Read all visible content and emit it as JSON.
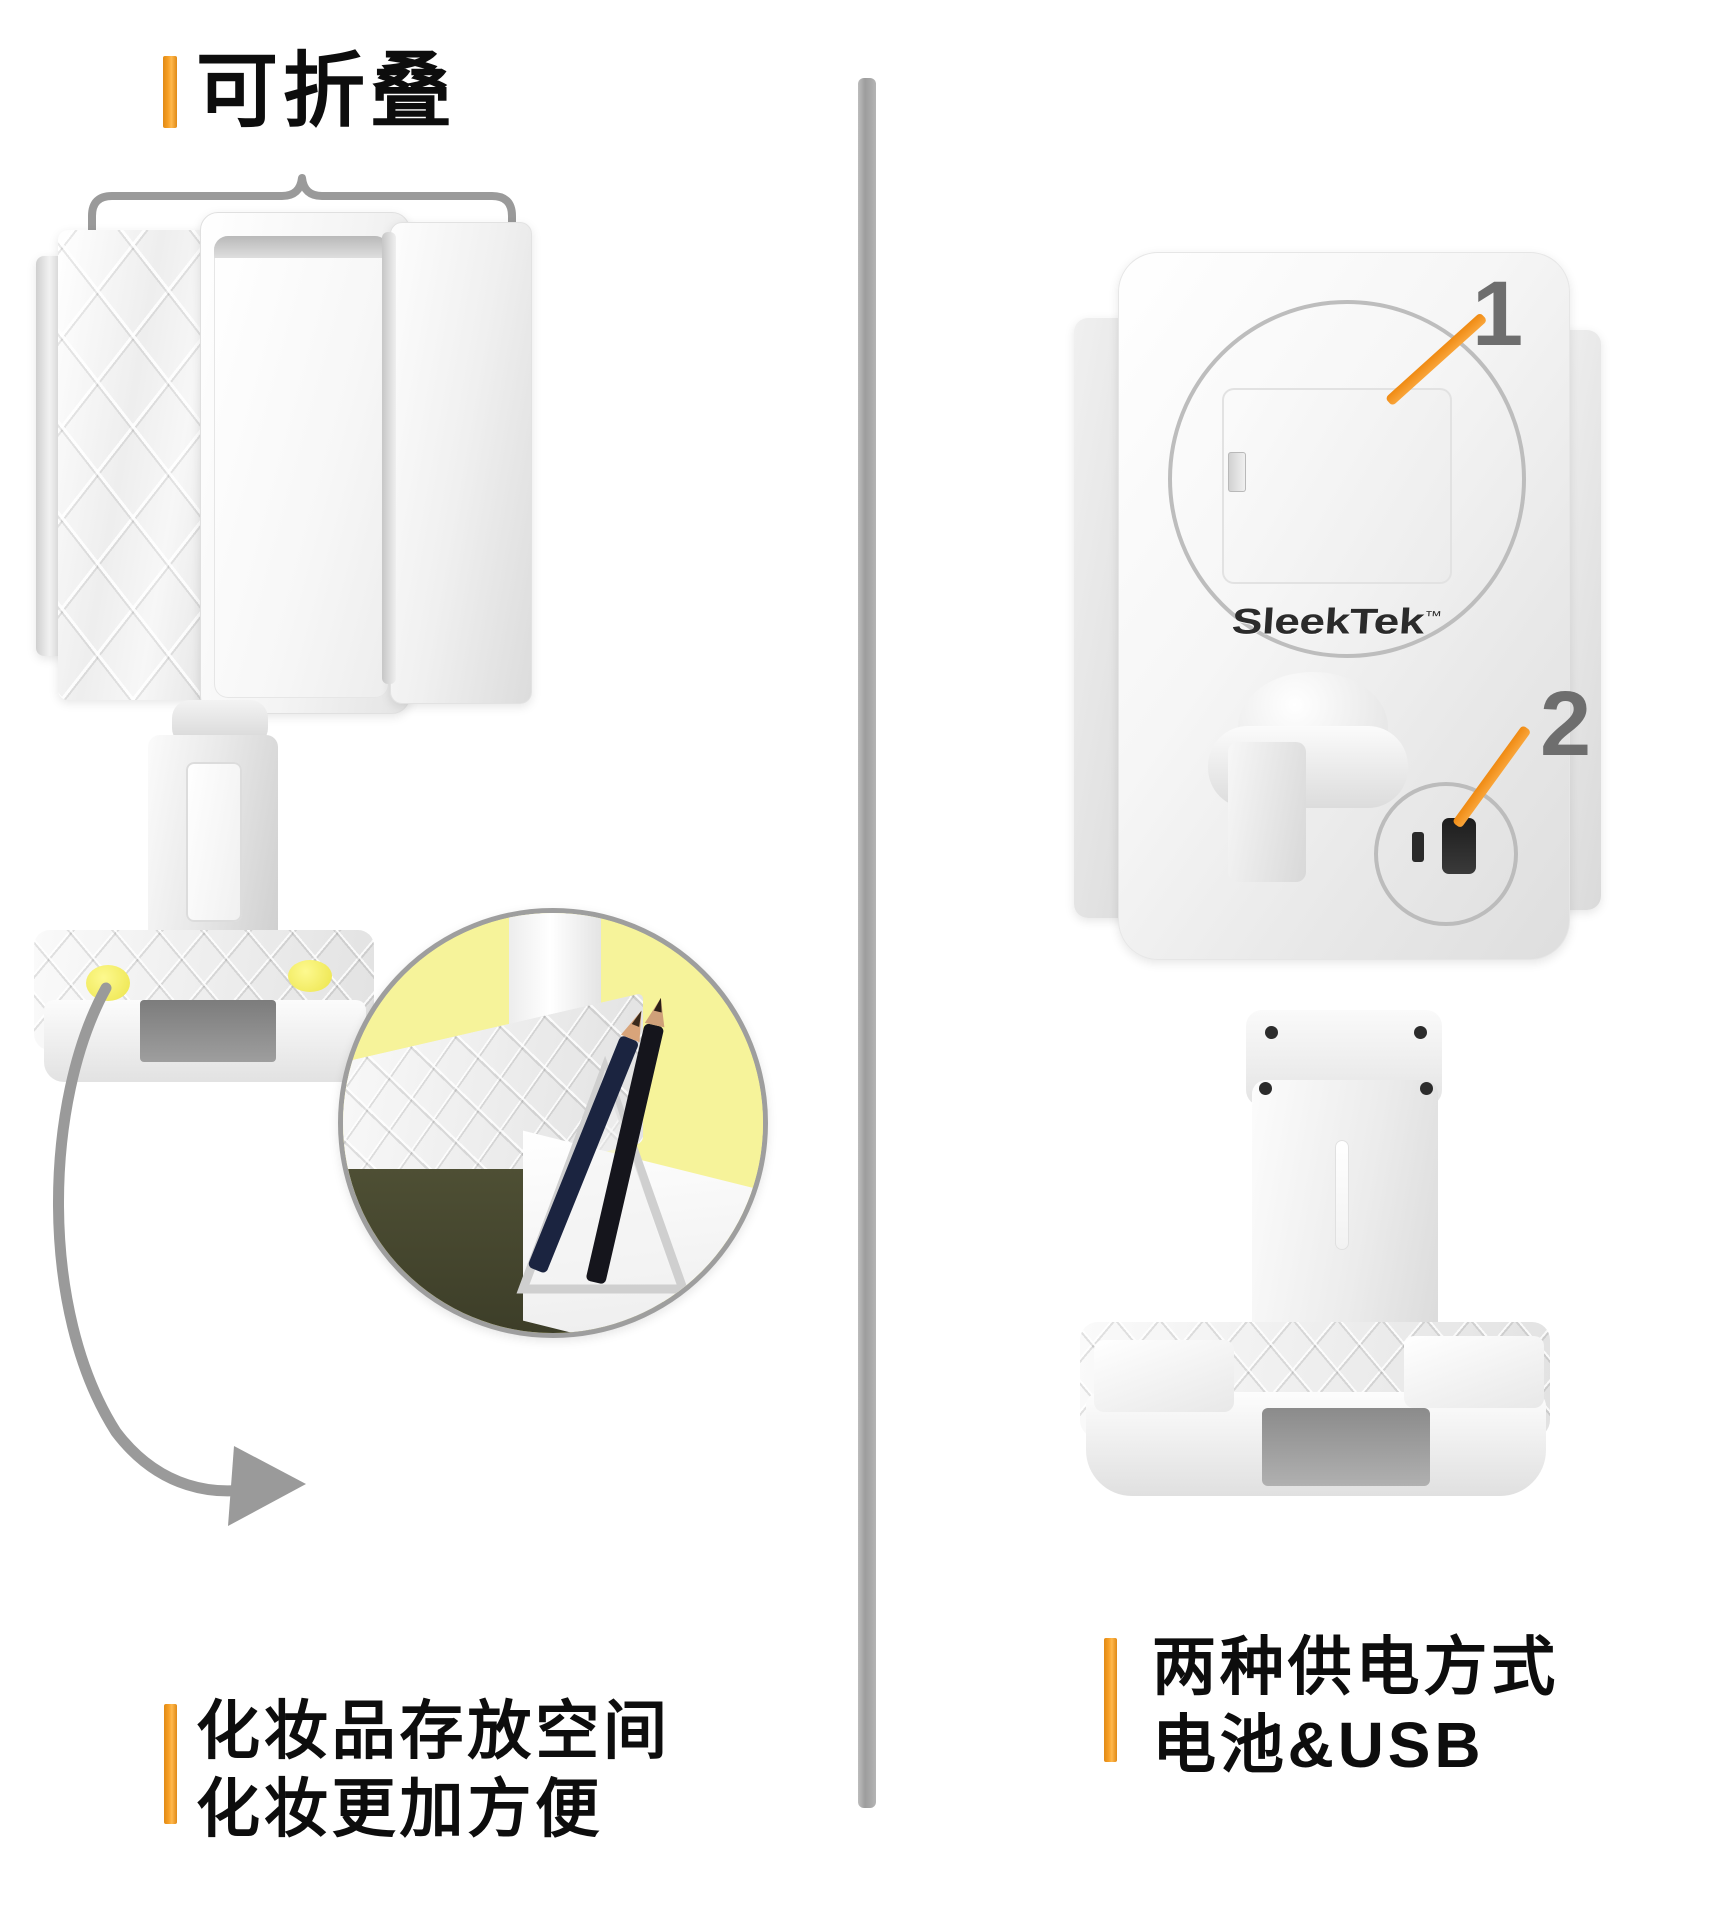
{
  "meta": {
    "accent_orange": "#ef8a12",
    "divider_gray": "#a8a8a8",
    "inset_yellow": "#f6f39a",
    "callout_gray": "#6e6e6e",
    "product_white": "#f2f2f2"
  },
  "left_panel": {
    "heading": "可折叠",
    "caption_line1": "化妆品存放空间",
    "caption_line2": "化妆更加方便",
    "brace_icon": "curly-brace-icon",
    "rotate_arrow_icon": "curved-arrow-icon",
    "inset_label": "storage-compartment-closeup"
  },
  "right_panel": {
    "caption_line1": "两种供电方式",
    "caption_line2": "电池&USB",
    "brand_logo": "SleekTek",
    "brand_tm": "™",
    "callouts": [
      {
        "number": "1",
        "target": "battery-compartment"
      },
      {
        "number": "2",
        "target": "usb-charging-port"
      }
    ]
  }
}
